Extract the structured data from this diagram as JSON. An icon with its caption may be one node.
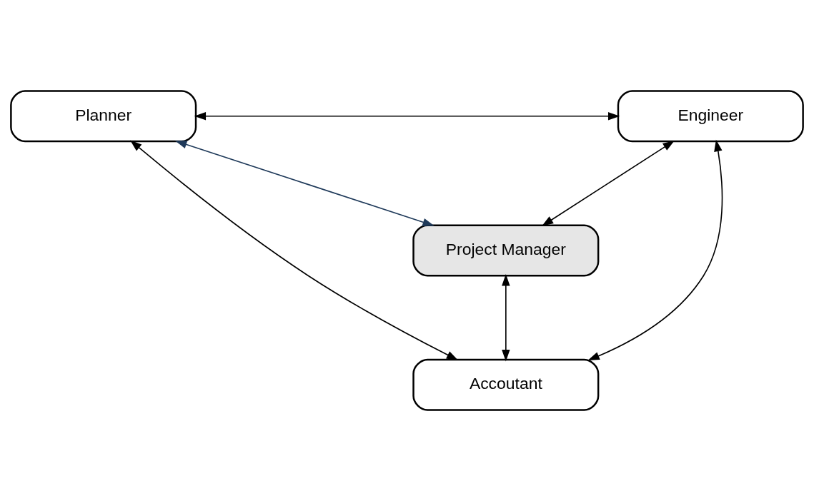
{
  "diagram": {
    "nodes": [
      {
        "text": [
          "Planner"
        ]
      },
      {
        "text": [
          "Engineer"
        ]
      },
      {
        "text": [
          "Project Manager"
        ]
      },
      {
        "text": [
          "Accoutant"
        ]
      }
    ],
    "edges": [
      {
        "from": 0,
        "to": 1,
        "arrow": "both"
      },
      {
        "from": 0,
        "to": 2,
        "arrow": "both",
        "color": "#1f3a5a"
      },
      {
        "from": 1,
        "to": 2,
        "arrow": "both"
      },
      {
        "from": 0,
        "to": 3,
        "arrow": "both"
      },
      {
        "from": 2,
        "to": 3,
        "arrow": "both"
      },
      {
        "from": 1,
        "to": 3,
        "arrow": "both"
      }
    ]
  }
}
